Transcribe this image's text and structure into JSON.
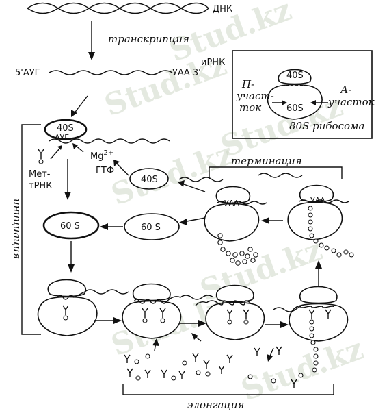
{
  "labels": {
    "dna": "ДНК",
    "transcription": "транскрипция",
    "mrna_start": "5'АУГ",
    "mrna_end": "УАА 3'",
    "mrna": "иРНК",
    "termination": "терминация",
    "initiation": "инициация",
    "elongation": "элонгация",
    "met_trna_1": "Мет-",
    "met_trna_2": "тРНК",
    "mg": "Mg",
    "mg_sup": "2+",
    "gtp": "ГТФ",
    "s40": "40S",
    "s60": "60 S",
    "aug": "АУГ",
    "uaa": "УАА"
  },
  "legend": {
    "small": "40S",
    "large": "60S",
    "p_site_1": "П-",
    "p_site_2": "участ-",
    "p_site_3": "ток",
    "a_site_1": "А-",
    "a_site_2": "участок",
    "ribosome": "80S рибосома"
  },
  "watermark": "Stud.kz"
}
